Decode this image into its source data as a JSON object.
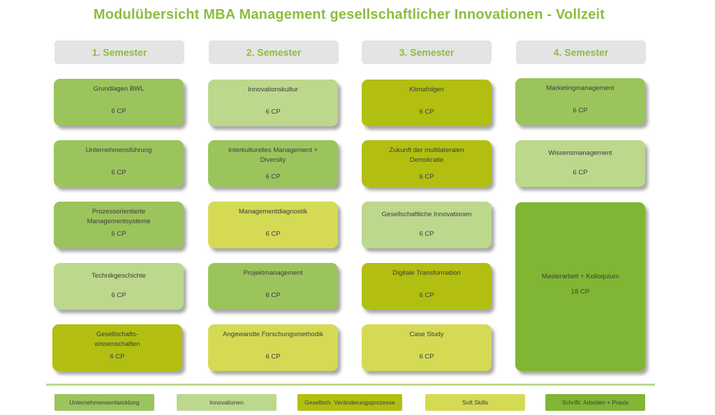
{
  "title": "Modulübersicht MBA Management gesellschaftlicher Innovationen - Vollzeit",
  "semesters": [
    "1. Semester",
    "2. Semester",
    "3. Semester",
    "4. Semester"
  ],
  "categories": {
    "unternehmensentwicklung": {
      "label": "Unternehmensentwicklung",
      "color": "#9cc45c"
    },
    "innovationen": {
      "label": "Innovationen",
      "color": "#bcd88c"
    },
    "veraenderungsprozesse": {
      "label": "Gesellsch. Veränderungsprozesse",
      "color": "#b2bf10"
    },
    "soft_skills": {
      "label": "Soft Skills",
      "color": "#d4da54"
    },
    "praxis": {
      "label": "Schriftl. Arbeiten + Praxis",
      "color": "#80b634"
    }
  },
  "modules": {
    "s1": [
      {
        "name": "Grundlagen BWL",
        "cp": "6 CP",
        "category": "unternehmensentwicklung"
      },
      {
        "name": "Unternehmensführung",
        "cp": "6 CP",
        "category": "unternehmensentwicklung"
      },
      {
        "name": "Prozessorientierte Managementsysteme",
        "cp": "6 CP",
        "category": "unternehmensentwicklung"
      },
      {
        "name": "Technikgeschichte",
        "cp": "6 CP",
        "category": "innovationen"
      },
      {
        "name": "Gesellschafts-wissenschaften",
        "cp": "6 CP",
        "category": "veraenderungsprozesse"
      }
    ],
    "s2": [
      {
        "name": "Innovationskultur",
        "cp": "6 CP",
        "category": "innovationen"
      },
      {
        "name": "Interkulturelles Management + Diversity",
        "cp": "6 CP",
        "category": "unternehmensentwicklung"
      },
      {
        "name": "Managementdiagnostik",
        "cp": "6 CP",
        "category": "soft_skills"
      },
      {
        "name": "Projektmanagement",
        "cp": "6 CP",
        "category": "unternehmensentwicklung"
      },
      {
        "name": "Angewandte Forschungsmethodik",
        "cp": "6 CP",
        "category": "soft_skills"
      }
    ],
    "s3": [
      {
        "name": "Klimafolgen",
        "cp": "6 CP",
        "category": "veraenderungsprozesse"
      },
      {
        "name": "Zukunft der multilateralen Demokratie",
        "cp": "6 CP",
        "category": "veraenderungsprozesse"
      },
      {
        "name": "Gesellschaftliche Innovationen",
        "cp": "6 CP",
        "category": "innovationen"
      },
      {
        "name": "Digitale Transformation",
        "cp": "6 CP",
        "category": "veraenderungsprozesse"
      },
      {
        "name": "Case Study",
        "cp": "6 CP",
        "category": "soft_skills"
      }
    ],
    "s4": [
      {
        "name": "Marketingmanagement",
        "cp": "6 CP",
        "category": "unternehmensentwicklung"
      },
      {
        "name": "Wissensmanagement",
        "cp": "6 CP",
        "category": "innovationen"
      },
      {
        "name": "Masterarbeit + Kolloquium",
        "cp": "18 CP",
        "category": "praxis"
      }
    ]
  }
}
